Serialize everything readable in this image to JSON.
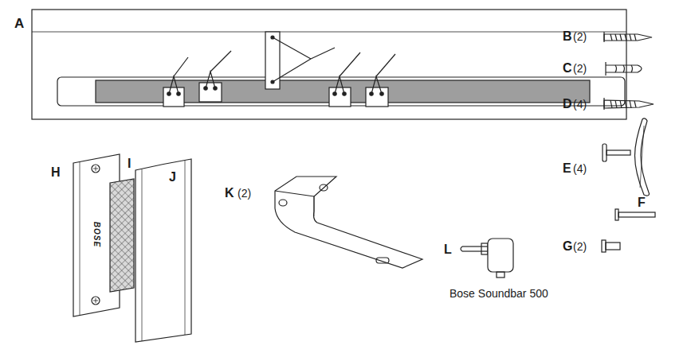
{
  "diagram": {
    "labels": [
      "A",
      "B",
      "(2)",
      "C",
      "(2)",
      "D",
      "(4)",
      "E",
      "(4)",
      "F",
      "G",
      "(2)",
      "H",
      "I",
      "J",
      "K",
      "(2)",
      "L",
      "Bose Soundbar 500",
      "BOSE"
    ]
  }
}
